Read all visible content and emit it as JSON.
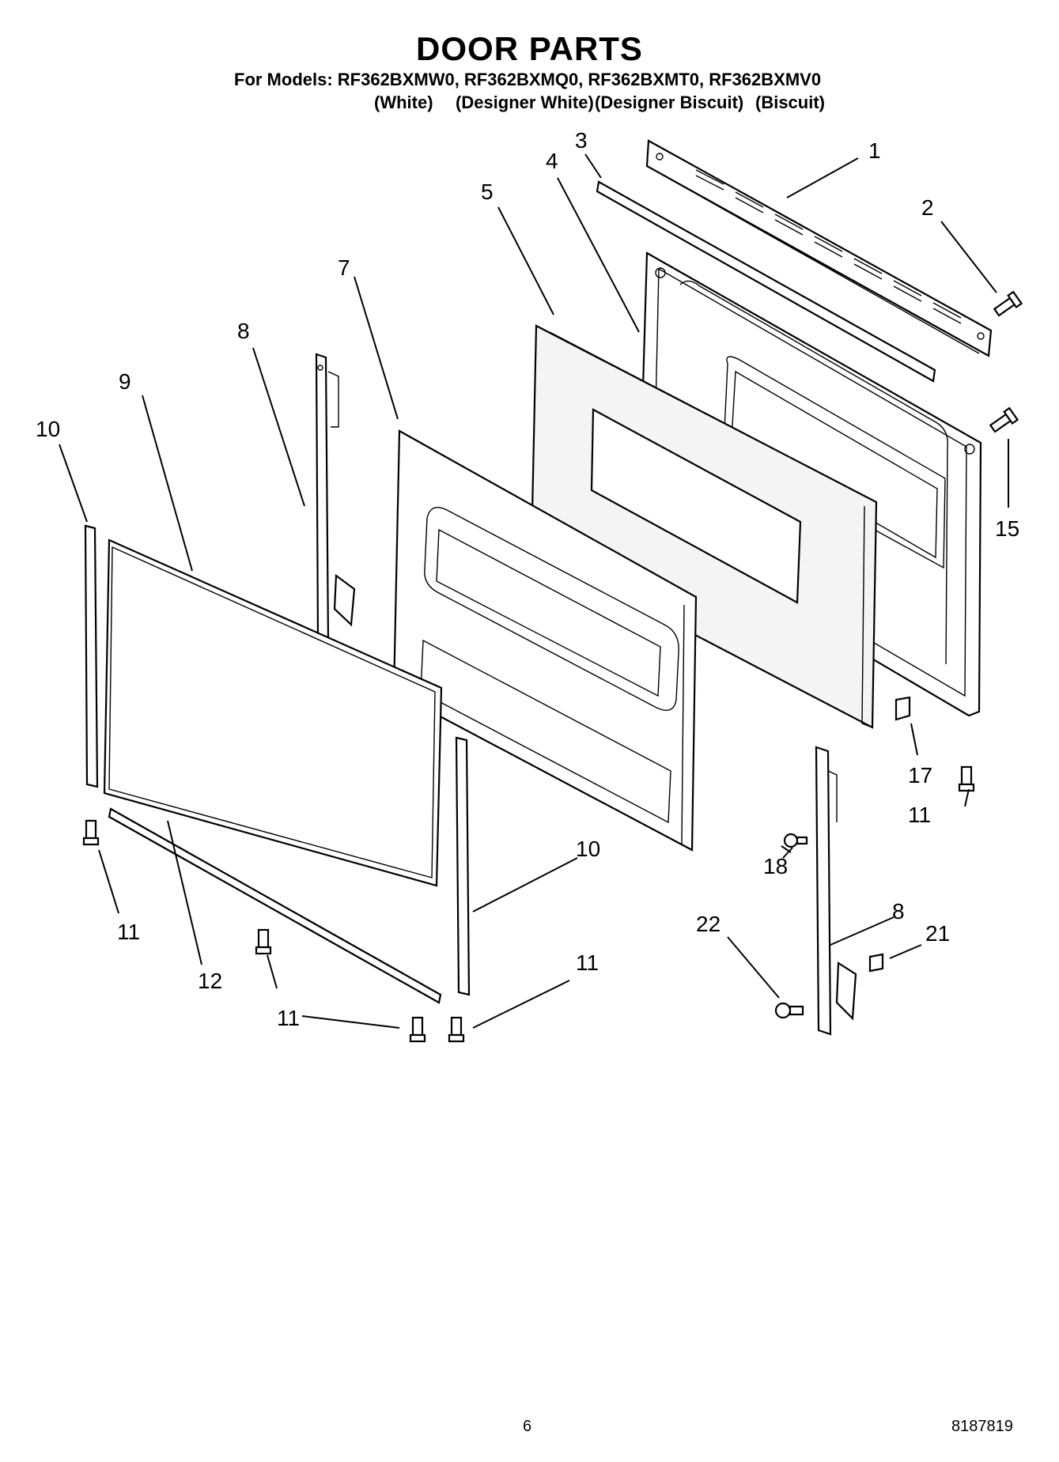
{
  "title": "DOOR PARTS",
  "models_line": "For Models: RF362BXMW0, RF362BXMQ0, RF362BXMT0, RF362BXMV0",
  "colors": [
    "(White)",
    "(Designer White)",
    "(Designer Biscuit)",
    "(Biscuit)"
  ],
  "page_number": "6",
  "document_number": "8187819",
  "callouts": [
    "1",
    "2",
    "3",
    "4",
    "5",
    "7",
    "8",
    "9",
    "10",
    "15",
    "17",
    "11",
    "18",
    "10",
    "11",
    "12",
    "11",
    "11",
    "8",
    "21",
    "22"
  ]
}
